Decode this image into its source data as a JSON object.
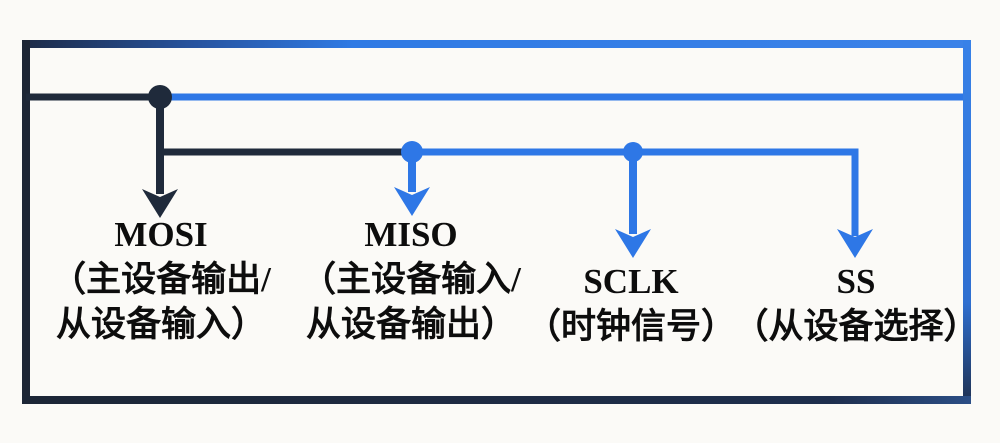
{
  "colors": {
    "dark_navy": "#1f2a3b",
    "blue": "#2e77e6",
    "background": "#fbfaf7",
    "text": "#0d0d0d"
  },
  "signals": [
    {
      "id": "mosi",
      "name": "MOSI",
      "desc": [
        "（主设备输出/",
        "从设备输入）"
      ]
    },
    {
      "id": "miso",
      "name": "MISO",
      "desc": [
        "（主设备输入/",
        "从设备输出）"
      ]
    },
    {
      "id": "sclk",
      "name": "SCLK",
      "desc": [
        "（时钟信号）"
      ]
    },
    {
      "id": "ss",
      "name": "SS",
      "desc": [
        "（从设备选择）"
      ]
    }
  ]
}
